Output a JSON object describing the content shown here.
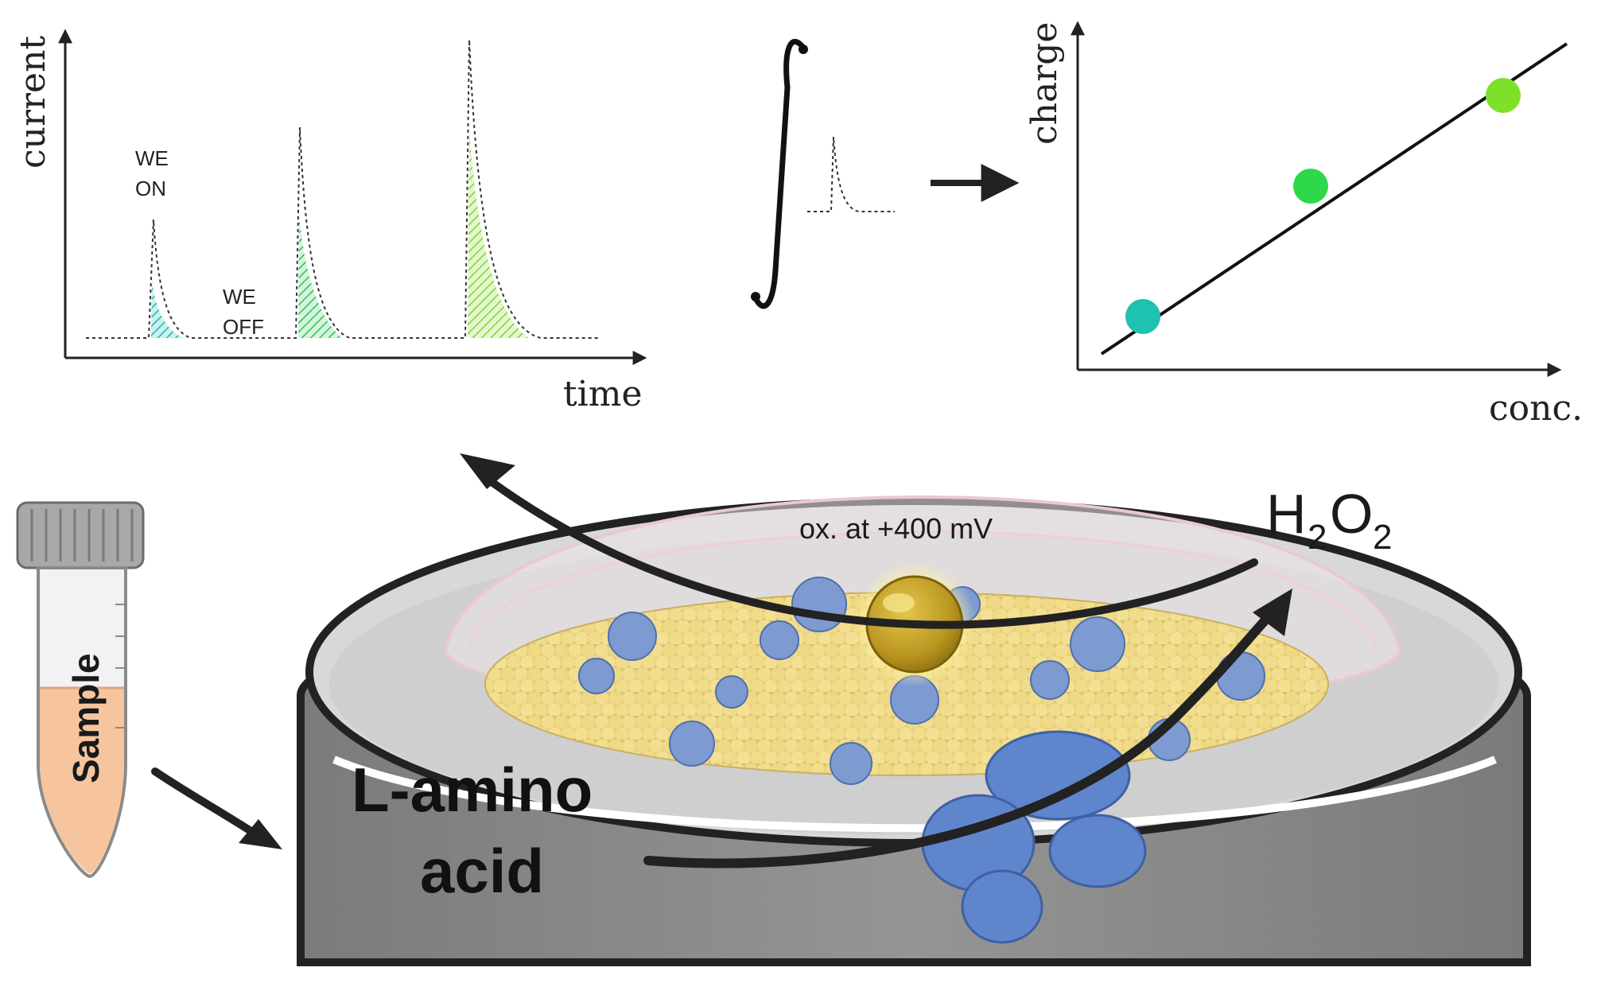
{
  "current_time_plot": {
    "ylabel": "current",
    "xlabel": "time",
    "label_we_on": [
      "WE",
      "ON"
    ],
    "label_we_off": [
      "WE",
      "OFF"
    ]
  },
  "charge_conc_plot": {
    "ylabel": "charge",
    "xlabel": "conc."
  },
  "labels": {
    "oxidation": "ox. at +400 mV",
    "product_main": "H",
    "product_sub1": "2",
    "product_o": "O",
    "product_sub2": "2",
    "substrate_line1": "L-amino",
    "substrate_line2": "acid",
    "sample_tube": "Sample"
  },
  "colors": {
    "electrode_gray": "#8c8c8c",
    "electrode_top": "#d6d6d6",
    "particle_yellow": "#e8d27a",
    "enzyme_blue": "#6f8fc8",
    "au_particle": "#c6a62a",
    "point_teal": "#1fc1b0",
    "point_green": "#2ed84a",
    "point_lime": "#7fe02a",
    "sample_liquid": "#f6c59e"
  }
}
